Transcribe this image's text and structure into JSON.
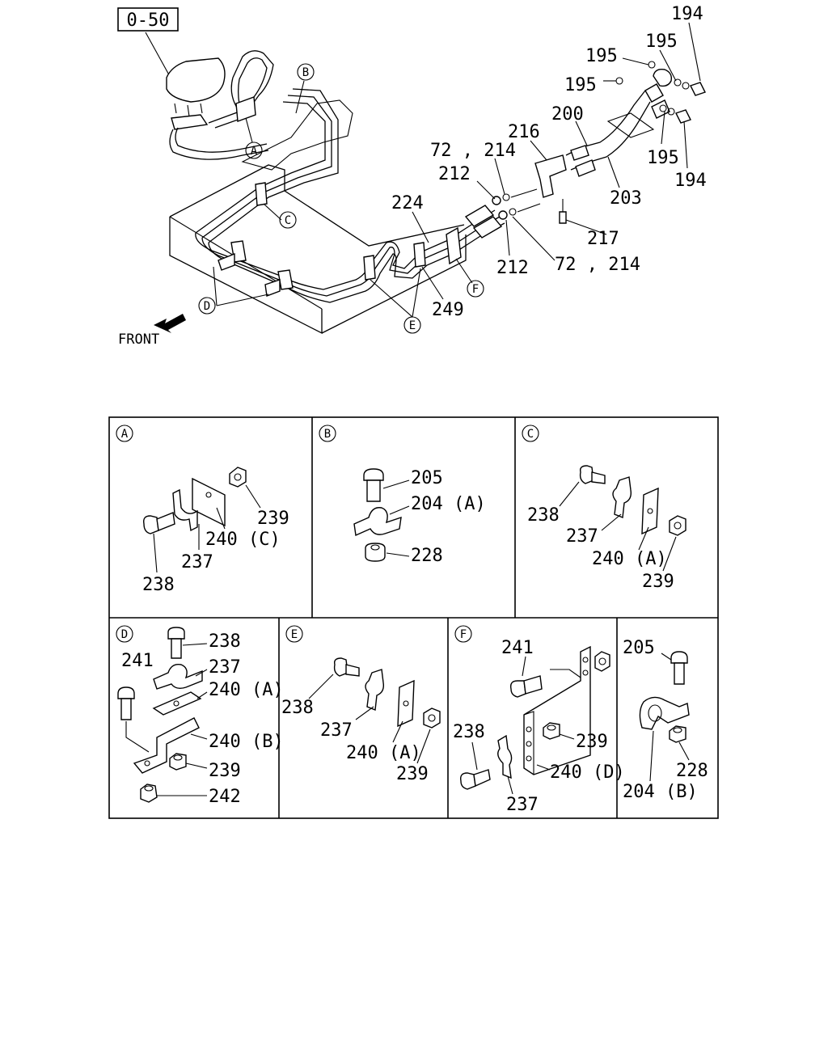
{
  "reference_box": "0-50",
  "front_label": "FRONT",
  "callouts": {
    "a": "A",
    "b": "B",
    "c": "C",
    "d": "D",
    "e": "E",
    "f": "F"
  },
  "main_labels": {
    "p194_top": "194",
    "p195_a": "195",
    "p195_b": "195",
    "p195_c": "195",
    "p195_d": "195",
    "p194_bottom": "194",
    "p200": "200",
    "p216": "216",
    "p72_214_top": "72 , 214",
    "p212_top": "212",
    "p224": "224",
    "p203": "203",
    "p217": "217",
    "p212_bottom": "212",
    "p72_214_bottom": "72 , 214",
    "p249": "249"
  },
  "detail_panels": {
    "a": {
      "letter": "A",
      "labels": [
        "239",
        "240 (C)",
        "237",
        "238"
      ]
    },
    "b": {
      "letter": "B",
      "labels": [
        "205",
        "204 (A)",
        "228"
      ]
    },
    "c": {
      "letter": "C",
      "labels": [
        "238",
        "237",
        "240 (A)",
        "239"
      ]
    },
    "d": {
      "letter": "D",
      "labels": [
        "238",
        "241",
        "237",
        "240 (A)",
        "240 (B)",
        "239",
        "242"
      ]
    },
    "e": {
      "letter": "E",
      "labels": [
        "238",
        "237",
        "240 (A)",
        "239"
      ]
    },
    "f": {
      "letter": "F",
      "labels": [
        "241",
        "238",
        "239",
        "240 (D)",
        "237"
      ]
    },
    "g": {
      "labels": [
        "205",
        "228",
        "204 (B)"
      ]
    }
  }
}
